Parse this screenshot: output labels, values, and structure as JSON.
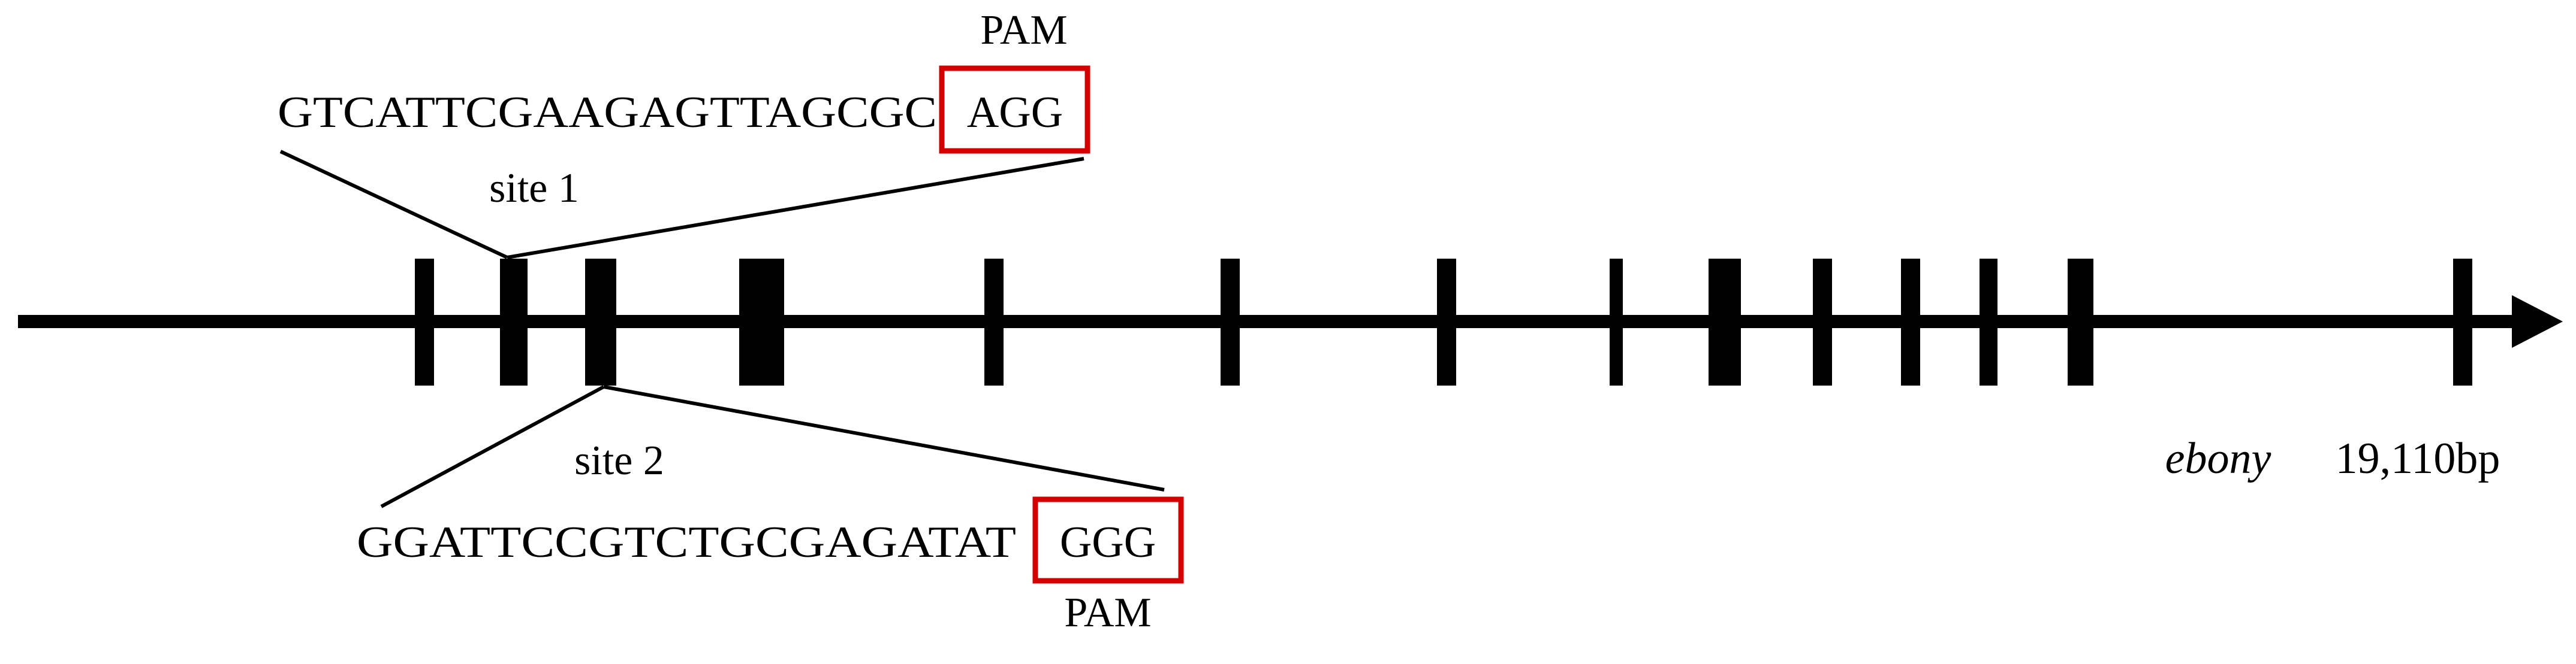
{
  "site1": {
    "label": "site 1",
    "sequence": "GTCATTCGAAGAGTTAGCGC",
    "pam": "AGG",
    "pam_label": "PAM"
  },
  "site2": {
    "label": "site 2",
    "sequence": "GGATTCCGTCTGCGAGATAT",
    "pam": "GGG",
    "pam_label": "PAM"
  },
  "gene": {
    "name": "ebony",
    "length": "19,110bp"
  },
  "colors": {
    "pam_box": "#d40000",
    "line": "#000000"
  }
}
